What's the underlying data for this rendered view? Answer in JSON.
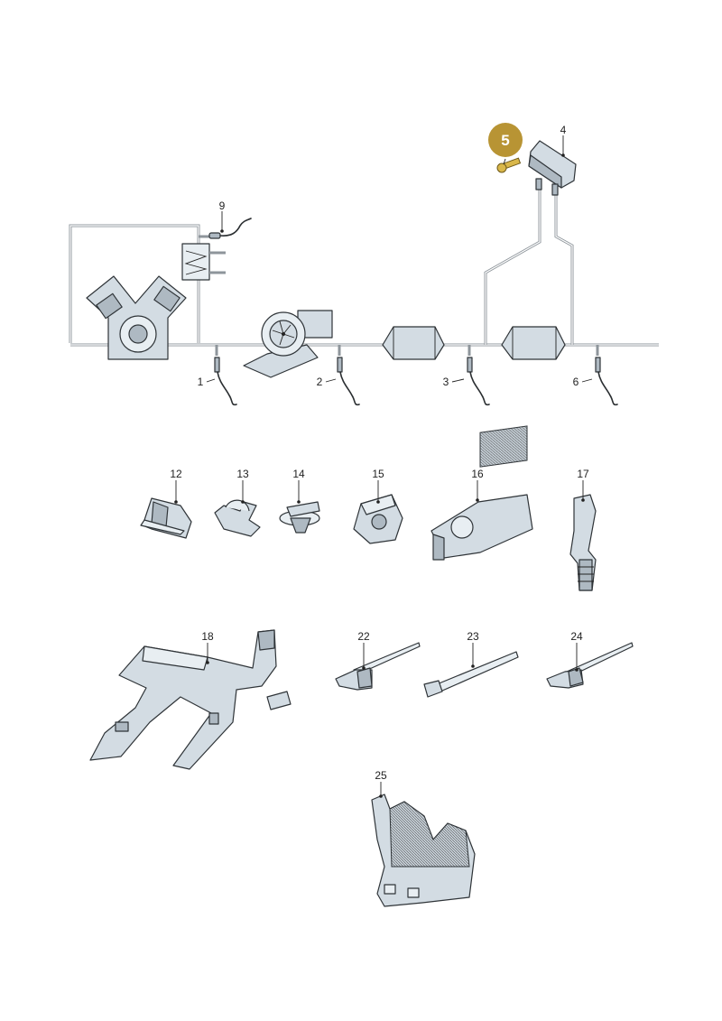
{
  "highlight": {
    "callout": "5",
    "color": "#b89434"
  },
  "labels": {
    "p1": "1",
    "p2": "2",
    "p3": "3",
    "p4": "4",
    "p6": "6",
    "p9": "9",
    "p12": "12",
    "p13": "13",
    "p14": "14",
    "p15": "15",
    "p16": "16",
    "p17": "17",
    "p18": "18",
    "p22": "22",
    "p23": "23",
    "p24": "24",
    "p25": "25"
  },
  "colors": {
    "part_fill": "#d3dce3",
    "pipe": "#8e959b",
    "outline": "#2f3438"
  }
}
